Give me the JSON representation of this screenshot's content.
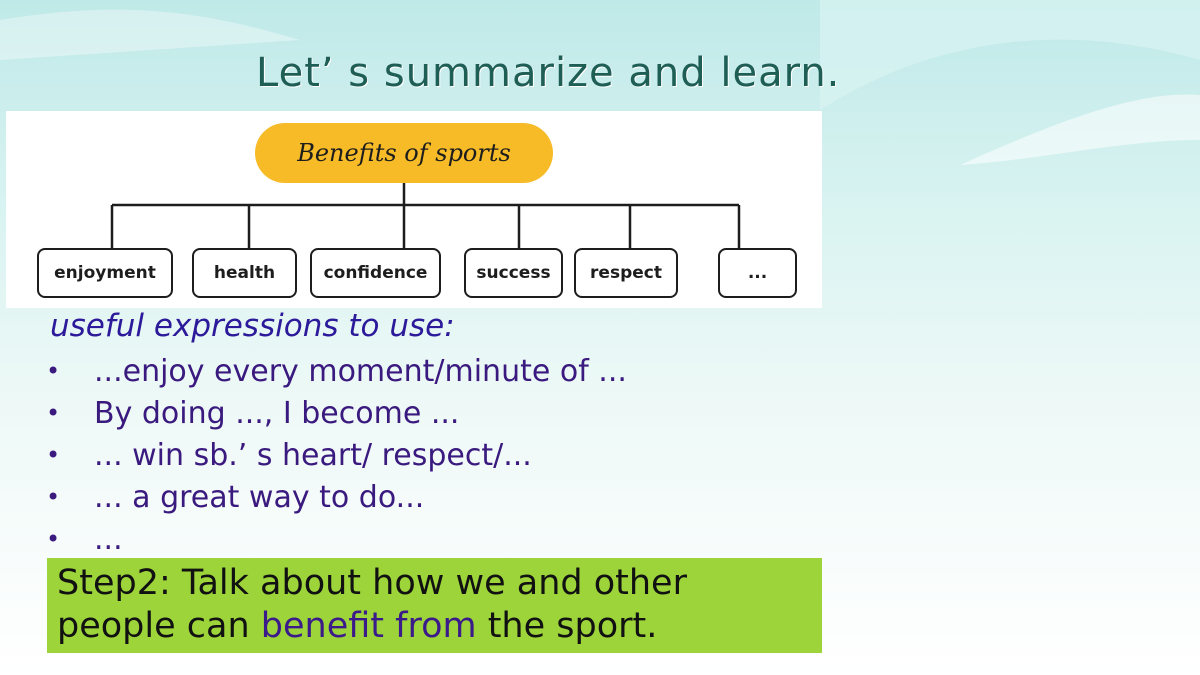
{
  "title": "Let’ s summarize and learn.",
  "diagram": {
    "root": "Benefits of sports",
    "leaves": [
      "enjoyment",
      "health",
      "confidence",
      "success",
      "respect",
      "..."
    ]
  },
  "useful": {
    "heading": "useful expressions to use:",
    "items": [
      "...enjoy every moment/minute of ...",
      "By doing ..., I become ...",
      "... win sb.’ s heart/ respect/...",
      "... a great way to do...",
      "..."
    ]
  },
  "step": {
    "line1": "Step2: Talk about how we and other",
    "line2_before": "people can ",
    "line2_highlight": "benefit from",
    "line2_after": " the sport."
  },
  "colors": {
    "root_fill": "#f6bb27",
    "heading_text": "#2c1a9a",
    "step_fill": "#9cd43a",
    "step_highlight": "#3b1a8a"
  }
}
